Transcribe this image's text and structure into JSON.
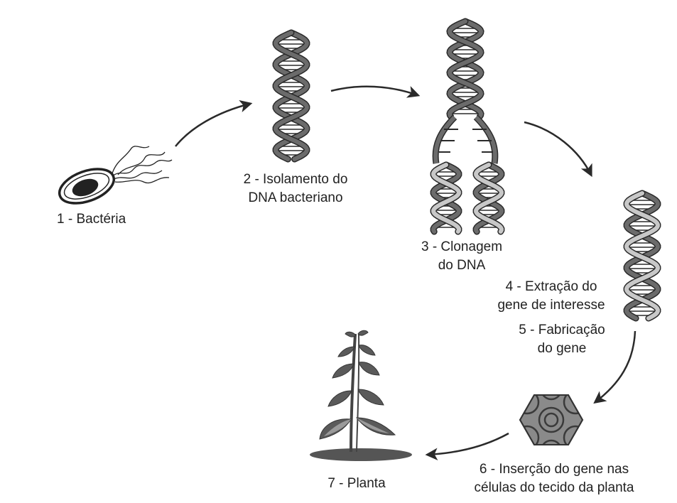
{
  "steps": [
    {
      "lines": [
        "1 - Bactéria"
      ]
    },
    {
      "lines": [
        "2 - Isolamento do",
        "DNA bacteriano"
      ]
    },
    {
      "lines": [
        "3 - Clonagem",
        "do DNA"
      ]
    },
    {
      "lines": [
        "4 - Extração do",
        "gene de interesse"
      ]
    },
    {
      "lines": [
        "5 - Fabricação",
        "do gene"
      ]
    },
    {
      "lines": [
        "6 - Inserção do gene nas",
        "células do tecido da planta"
      ]
    },
    {
      "lines": [
        "7 - Planta"
      ]
    }
  ],
  "colors": {
    "strand_dark": "#6b6b6b",
    "strand_light": "#c8c8c8",
    "outline": "#2a2a2a",
    "arrow": "#2a2a2a",
    "leaf": "#5a5a5a",
    "soil": "#555555"
  }
}
